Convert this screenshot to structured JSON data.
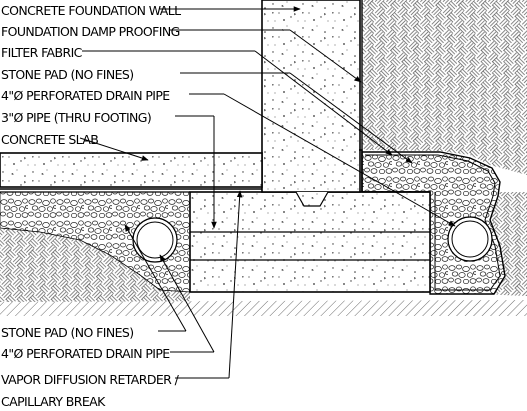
{
  "labels_top": [
    "CONCRETE FOUNDATION WALL",
    "FOUNDATION DAMP PROOFING",
    "FILTER FABRIC",
    "STONE PAD (NO FINES)",
    "4\"Ø PERFORATED DRAIN PIPE",
    "3\"Ø PIPE (THRU FOOTING)",
    "CONCRETE SLAB"
  ],
  "labels_bottom": [
    "STONE PAD (NO FINES)",
    "4\"Ø PERFORATED DRAIN PIPE",
    "VAPOR DIFFUSION RETARDER /",
    "CAPILLARY BREAK"
  ]
}
